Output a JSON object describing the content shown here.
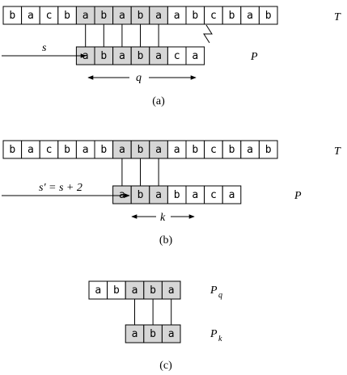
{
  "colors": {
    "shaded": "#d6d6d6",
    "plain": "#ffffff",
    "ink": "#000000"
  },
  "panel_a": {
    "text": [
      "b",
      "a",
      "c",
      "b",
      "a",
      "b",
      "a",
      "b",
      "a",
      "a",
      "b",
      "c",
      "b",
      "a",
      "b"
    ],
    "text_shaded": [
      4,
      5,
      6,
      7,
      8
    ],
    "text_label": "T",
    "pattern": [
      "a",
      "b",
      "a",
      "b",
      "a",
      "c",
      "a"
    ],
    "pattern_shaded": [
      0,
      1,
      2,
      3,
      4
    ],
    "pattern_label": "P",
    "shift_label": "s",
    "span_label": "q",
    "caption": "(a)"
  },
  "panel_b": {
    "text": [
      "b",
      "a",
      "c",
      "b",
      "a",
      "b",
      "a",
      "b",
      "a",
      "a",
      "b",
      "c",
      "b",
      "a",
      "b"
    ],
    "text_shaded": [
      6,
      7,
      8
    ],
    "text_label": "T",
    "pattern": [
      "a",
      "b",
      "a",
      "b",
      "a",
      "c",
      "a"
    ],
    "pattern_shaded": [
      0,
      1,
      2
    ],
    "pattern_label": "P",
    "shift_label": "s′ = s + 2",
    "span_label": "k",
    "caption": "(b)"
  },
  "panel_c": {
    "top": [
      "a",
      "b",
      "a",
      "b",
      "a"
    ],
    "top_shaded": [
      2,
      3,
      4
    ],
    "top_label": "P",
    "top_label_sub": "q",
    "bottom": [
      "a",
      "b",
      "a"
    ],
    "bottom_shaded": [
      0,
      1,
      2
    ],
    "bottom_label": "P",
    "bottom_label_sub": "k",
    "caption": "(c)"
  }
}
